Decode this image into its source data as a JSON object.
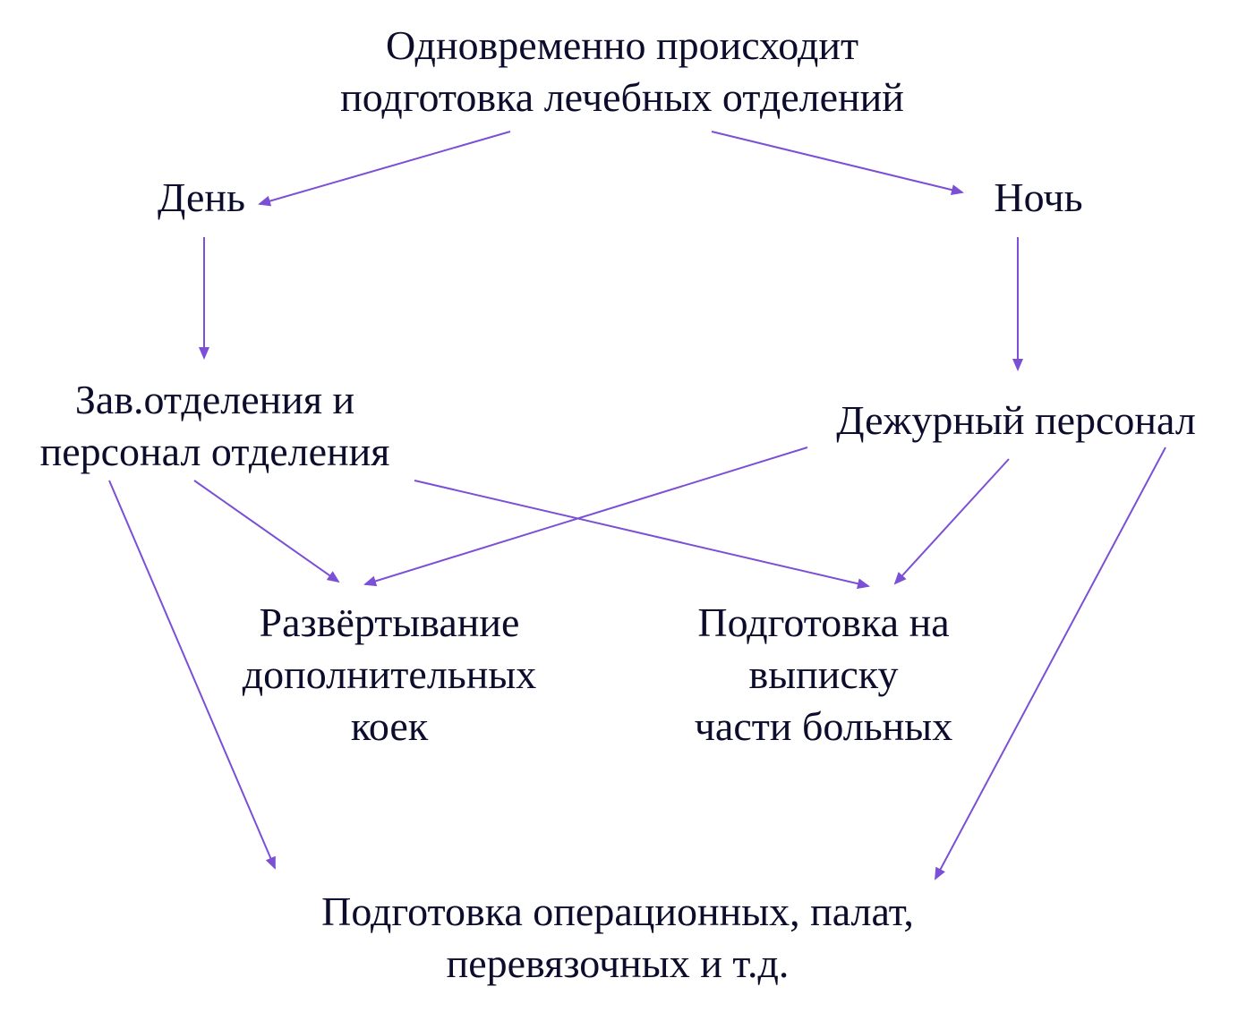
{
  "diagram": {
    "edge_color": "#7b4fd6",
    "text_color": "#0c0c2c",
    "nodes": {
      "top": {
        "lines": [
          "Одновременно происходит",
          "подготовка лечебных отделений"
        ]
      },
      "day": {
        "lines": [
          "День"
        ]
      },
      "night": {
        "lines": [
          "Ночь"
        ]
      },
      "dept": {
        "lines": [
          "Зав.отделения и",
          "персонал отделения"
        ]
      },
      "duty": {
        "lines": [
          "Дежурный персонал"
        ]
      },
      "beds": {
        "lines": [
          "Развёртывание",
          "дополнительных",
          "коек"
        ]
      },
      "discharge": {
        "lines": [
          "Подготовка на",
          "выписку",
          "части больных"
        ]
      },
      "ops": {
        "lines": [
          "Подготовка операционных, палат,",
          "перевязочных и т.д."
        ]
      }
    },
    "edges": [
      {
        "from": "top",
        "to": "day"
      },
      {
        "from": "top",
        "to": "night"
      },
      {
        "from": "day",
        "to": "dept"
      },
      {
        "from": "night",
        "to": "duty"
      },
      {
        "from": "dept",
        "to": "beds"
      },
      {
        "from": "dept",
        "to": "discharge"
      },
      {
        "from": "dept",
        "to": "ops"
      },
      {
        "from": "duty",
        "to": "beds"
      },
      {
        "from": "duty",
        "to": "discharge"
      },
      {
        "from": "duty",
        "to": "ops"
      }
    ]
  }
}
